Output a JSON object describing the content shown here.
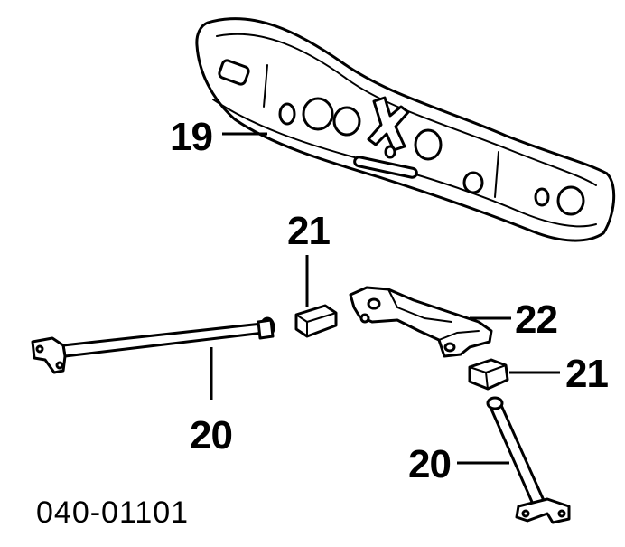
{
  "callouts": {
    "c19": "19",
    "c21_top": "21",
    "c22": "22",
    "c21_right": "21",
    "c20_left": "20",
    "c20_right": "20"
  },
  "diagram_code": "040-01101"
}
